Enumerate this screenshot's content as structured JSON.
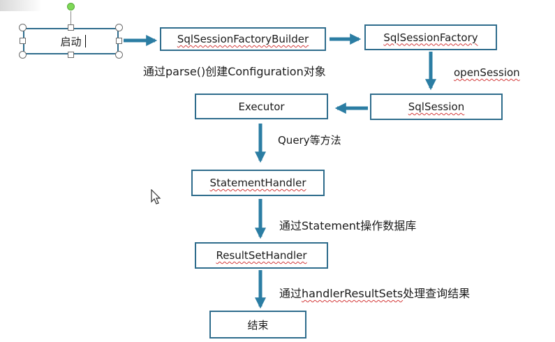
{
  "nodes": {
    "start": "启动",
    "builder": "SqlSessionFactoryBuilder",
    "factory": "SqlSessionFactory",
    "session": "SqlSession",
    "executor": "Executor",
    "statement_handler": "StatementHandler",
    "resultset_handler": "ResultSetHandler",
    "end": "结束"
  },
  "edge_labels": {
    "builder_note": "通过parse()创建Configuration对象",
    "open_session": "openSession",
    "query": "Query等方法",
    "statement": "通过Statement操作数据库",
    "handler_result_prefix": "通过",
    "handler_result_method": "handlerResultSets",
    "handler_result_suffix": "处理查询结果"
  },
  "colors": {
    "box_border": "#2e6c8c",
    "arrow": "#2b7da3",
    "spellcheck": "#d43b3b",
    "rotation_handle": "#7ed957"
  }
}
